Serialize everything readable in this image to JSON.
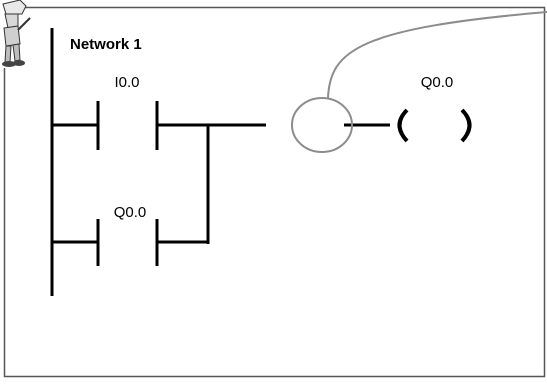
{
  "network": {
    "title": "Network 1"
  },
  "contacts": [
    {
      "label": "I0.0"
    },
    {
      "label": "Q0.0"
    }
  ],
  "coil": {
    "label": "Q0.0"
  },
  "colors": {
    "line": "#000000",
    "frame": "#555555",
    "highlight": "#8c8c8c",
    "background": "#ffffff"
  },
  "icons": {
    "corner_figure": "cartoon-person-icon"
  }
}
